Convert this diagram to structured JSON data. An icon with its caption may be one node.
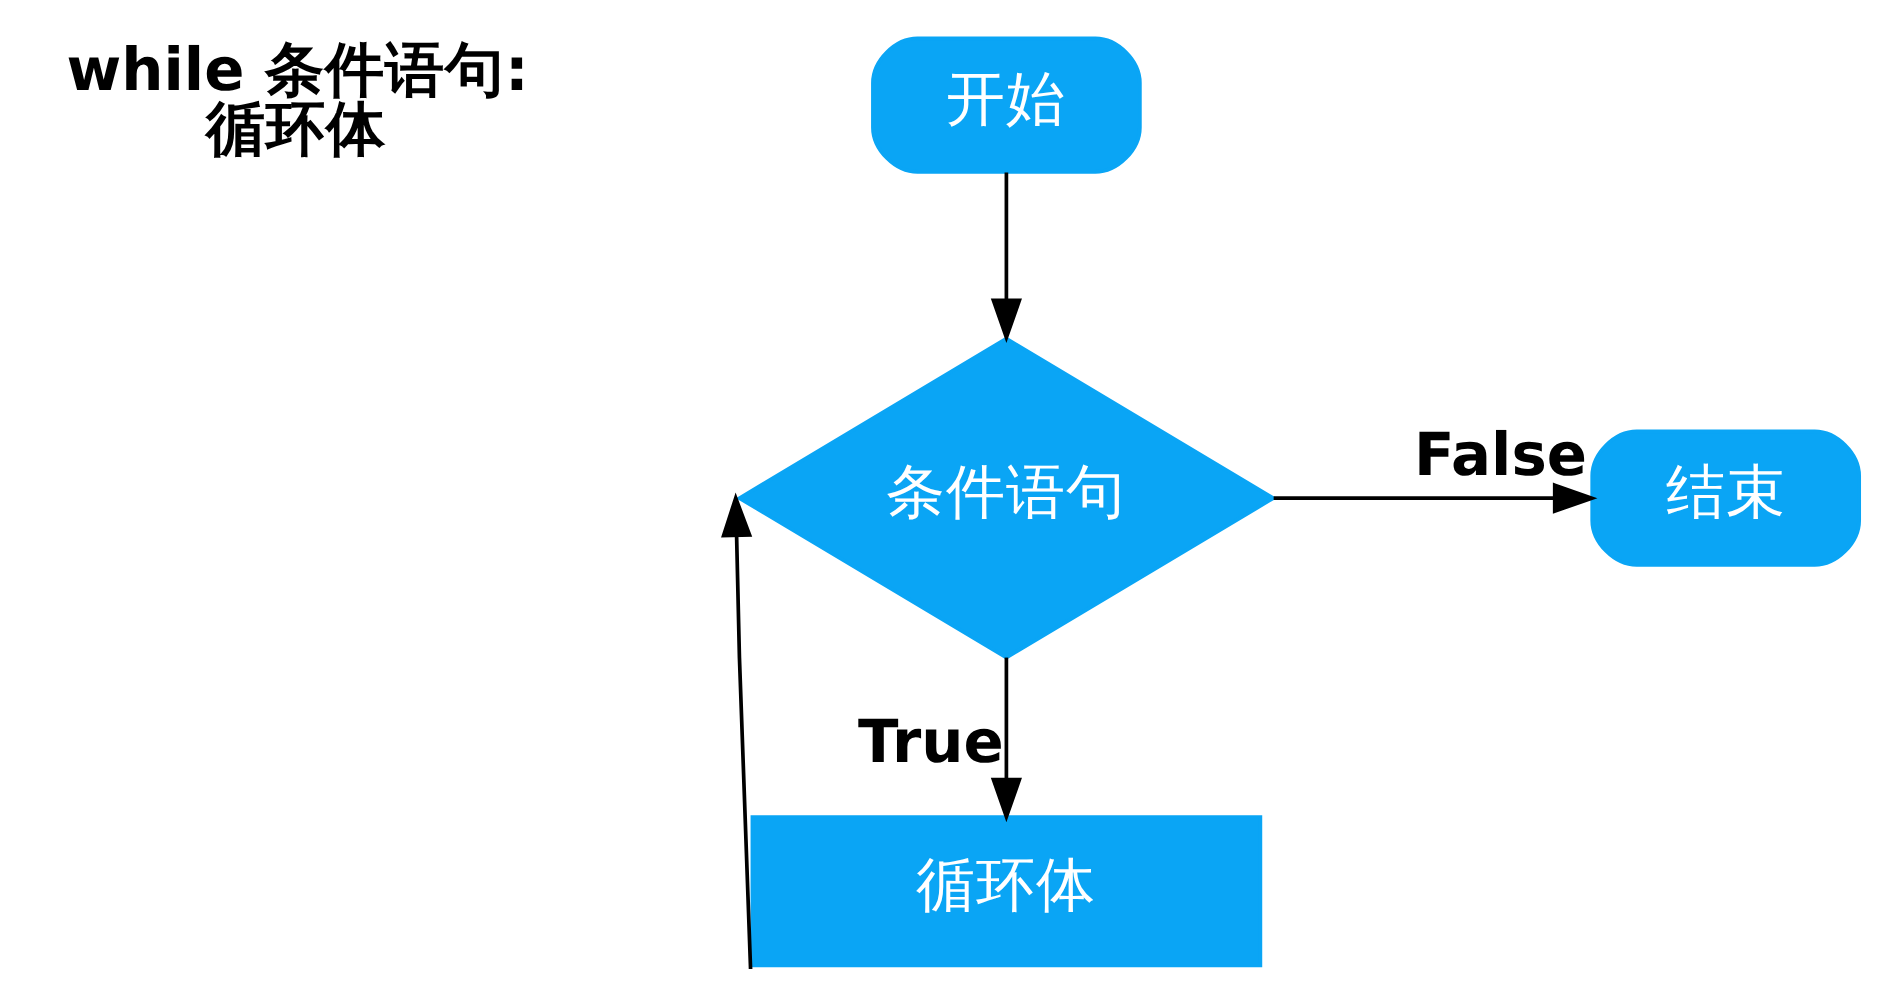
{
  "diagram": {
    "nodes": [
      {
        "text": [
          "开始"
        ]
      },
      {
        "text": [
          "条件语句"
        ]
      },
      {
        "text": [
          "结束"
        ]
      },
      {
        "text": [
          "循环体"
        ]
      }
    ],
    "edges": [
      {
        "from": 0,
        "to": 1,
        "arrow": "to"
      },
      {
        "from": 1,
        "to": 2,
        "arrow": "to",
        "label": "False"
      },
      {
        "from": 1,
        "to": 3,
        "arrow": "to",
        "label": "True"
      },
      {
        "from": 3,
        "to": 1,
        "arrow": "to"
      }
    ],
    "labels": [
      "while 条件语句:",
      "循环体"
    ]
  }
}
